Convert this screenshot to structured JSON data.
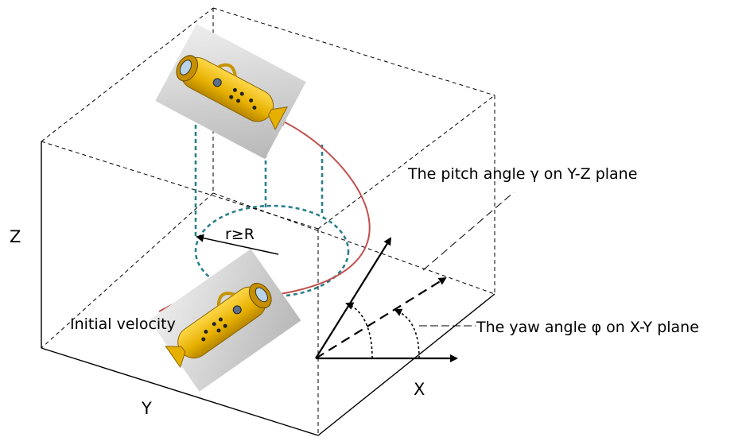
{
  "axes": {
    "z_label": "Z",
    "y_label": "Y",
    "x_label": "X"
  },
  "radius_label": "r≥R",
  "initial_velocity_label": "Initial velocity",
  "pitch_label": "The pitch angle γ on Y-Z plane",
  "yaw_label": "The yaw angle φ on X-Y plane",
  "colors": {
    "box_edges": "#000000",
    "circle_dashed": "#2b7f8c",
    "trajectory": "#c0504d",
    "submarine_body": "#e6b800",
    "submarine_shadow": "#c9c9c9"
  },
  "icons": {
    "submarine": "submarine-icon"
  }
}
